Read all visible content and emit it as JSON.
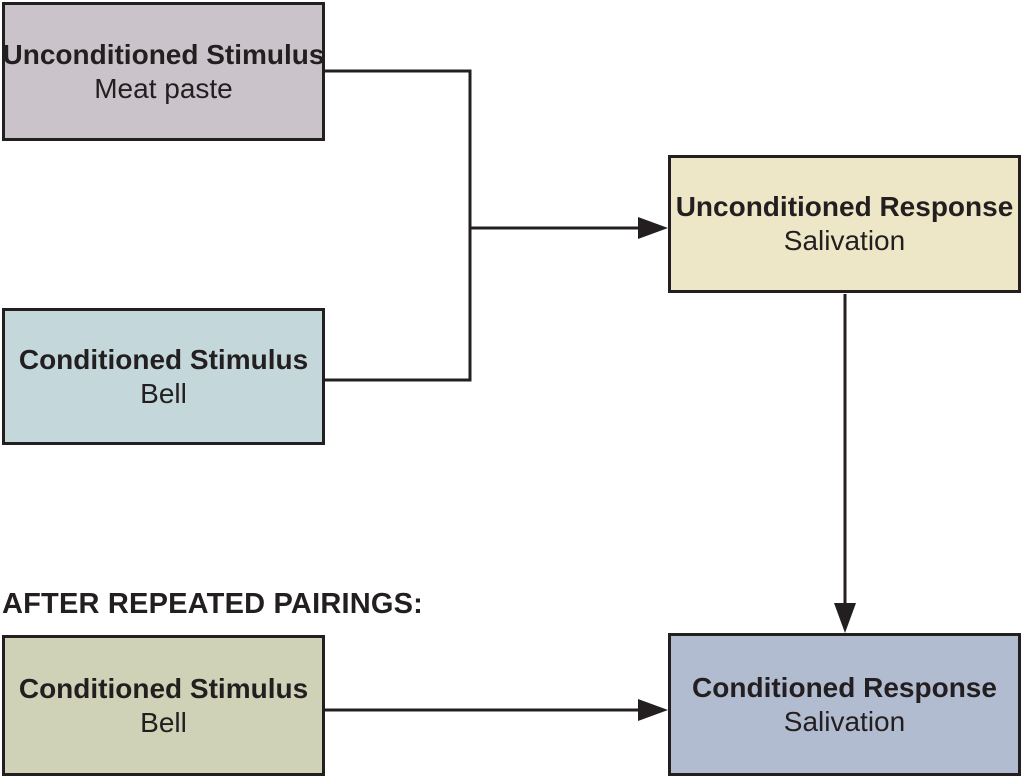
{
  "heading": {
    "label": "AFTER REPEATED PAIRINGS:"
  },
  "boxes": {
    "unconditioned_stimulus": {
      "title": "Unconditioned Stimulus",
      "subtitle": "Meat paste",
      "bg": "#cac3c9"
    },
    "conditioned_stimulus_before": {
      "title": "Conditioned Stimulus",
      "subtitle": "Bell",
      "bg": "#c4d8dc"
    },
    "unconditioned_response": {
      "title": "Unconditioned Response",
      "subtitle": "Salivation",
      "bg": "#ede7c7"
    },
    "conditioned_stimulus_after": {
      "title": "Conditioned Stimulus",
      "subtitle": "Bell",
      "bg": "#cfd2b6"
    },
    "conditioned_response": {
      "title": "Conditioned Response",
      "subtitle": "Salivation",
      "bg": "#b1bcd0"
    }
  },
  "connectors": [
    {
      "from": "unconditioned_stimulus",
      "to": "unconditioned_response",
      "type": "merged-elbow-arrow"
    },
    {
      "from": "conditioned_stimulus_before",
      "to": "unconditioned_response",
      "type": "merged-elbow-arrow"
    },
    {
      "from": "unconditioned_response",
      "to": "conditioned_response",
      "type": "straight-arrow-down"
    },
    {
      "from": "conditioned_stimulus_after",
      "to": "conditioned_response",
      "type": "straight-arrow-right"
    }
  ],
  "colors": {
    "line": "#231f20",
    "text": "#231f20",
    "background": "#ffffff"
  }
}
